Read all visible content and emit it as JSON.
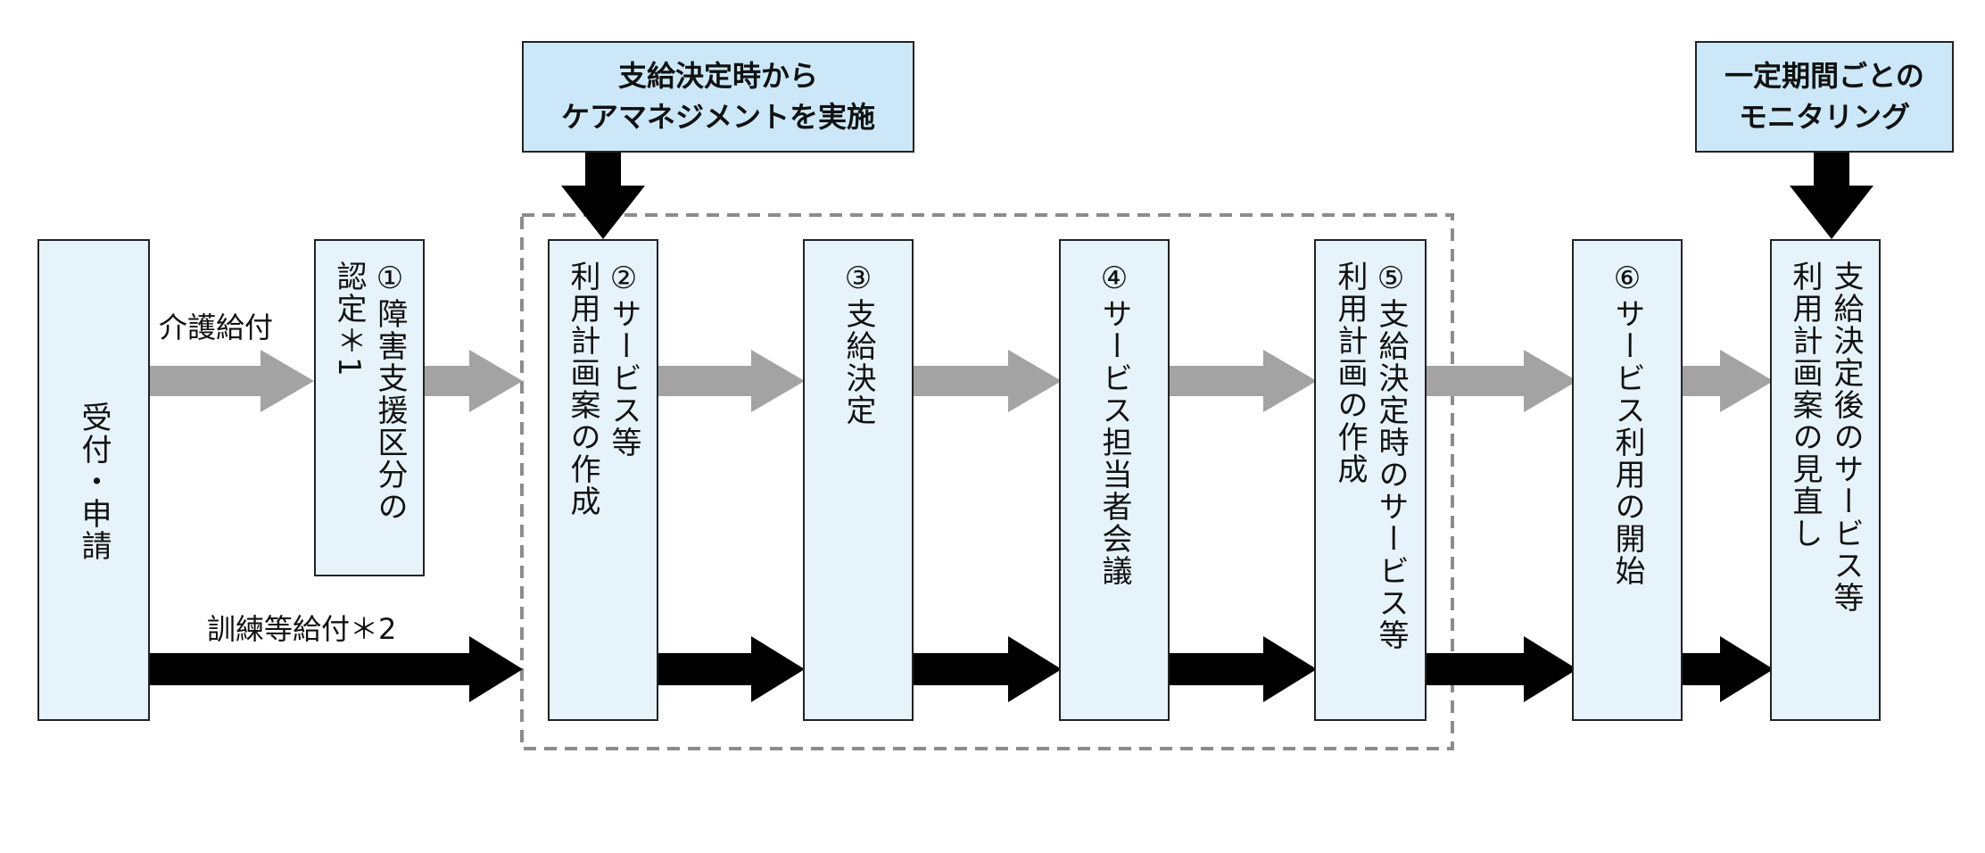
{
  "colors": {
    "node_fill": "#e7f3fb",
    "banner_fill": "#cce8f8",
    "gray_arrow": "#a3a3a3",
    "black_arrow": "#000000",
    "dashed_border": "#8c8c8c"
  },
  "banners": {
    "care_management": [
      "支給決定時から",
      "ケアマネジメントを実施"
    ],
    "monitoring": [
      "一定期間ごとの",
      "モニタリング"
    ]
  },
  "labels": {
    "kaigo": "介護給付",
    "kunren": "訓練等給付＊2"
  },
  "nodes": {
    "reception": "受付・申請",
    "step1": "①障害支援区分の\n認定＊1",
    "step2": "②サービス等\n利用計画案の作成",
    "step3": "③支給決定",
    "step4": "④サービス担当者会議",
    "step5": "⑤支給決定時のサービス等\n利用計画の作成",
    "step6": "⑥サービス利用の開始",
    "review": "支給決定後のサービス等\n利用計画案の見直し"
  }
}
